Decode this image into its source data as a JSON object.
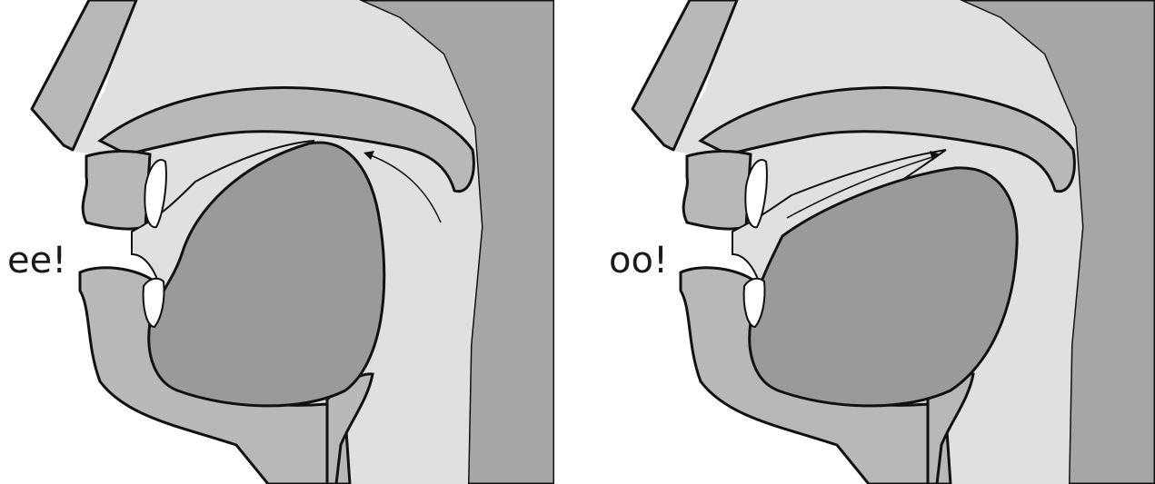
{
  "panels": [
    {
      "id": "left",
      "label": "ee!",
      "tongue_position": "front",
      "airflow": "back"
    },
    {
      "id": "right",
      "label": "oo!",
      "tongue_position": "back",
      "airflow": "front-to-back-along-palate"
    }
  ],
  "colors": {
    "background": "#ffffff",
    "light_tissue": "#e0e0e0",
    "mid_tissue": "#b8b8b8",
    "tongue": "#9a9a9a",
    "back_wall": "#a6a6a6",
    "teeth": "#ffffff",
    "outline": "#111111"
  }
}
